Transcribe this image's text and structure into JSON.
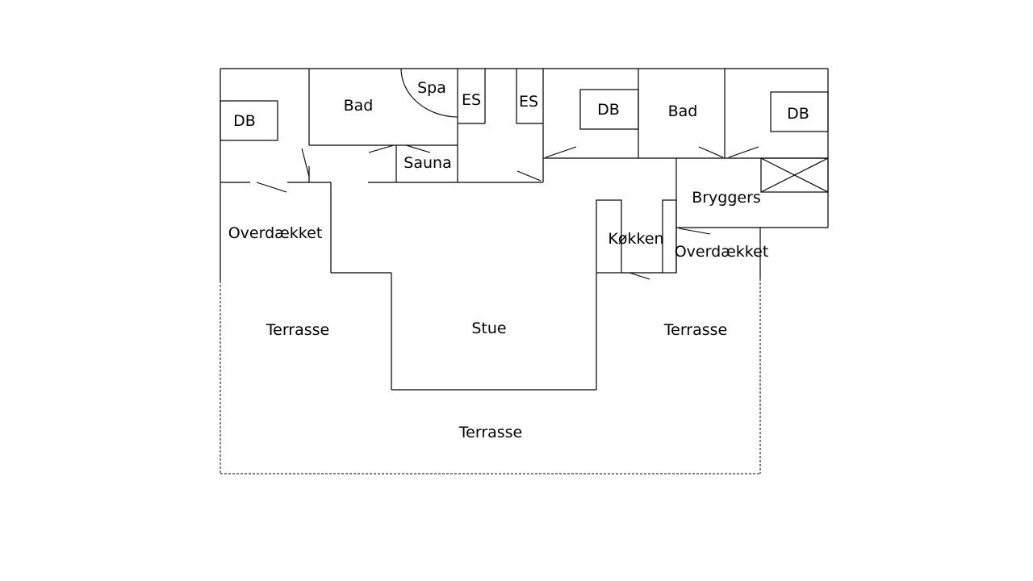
{
  "floorplan": {
    "rooms": {
      "db_left": "DB",
      "bad_left": "Bad",
      "spa": "Spa",
      "es_left": "ES",
      "es_right": "ES",
      "sauna": "Sauna",
      "db_mid": "DB",
      "bad_right": "Bad",
      "db_right": "DB",
      "bryggers": "Bryggers",
      "overdaekket_left": "Overdækket",
      "koekken": "Køkken",
      "overdaekket_right": "Overdækket",
      "terrasse_left": "Terrasse",
      "stue": "Stue",
      "terrasse_right": "Terrasse",
      "terrasse_bottom": "Terrasse"
    }
  }
}
